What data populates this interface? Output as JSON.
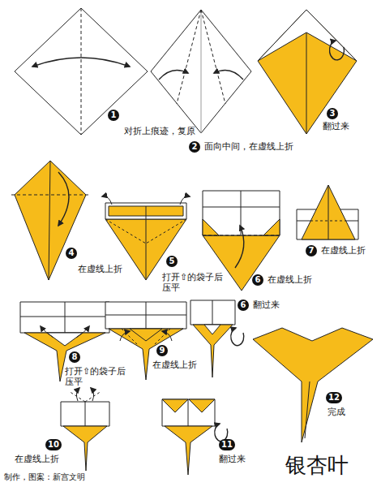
{
  "diagram": {
    "title": "银杏叶",
    "nodes": [
      {
        "text": [
          "1"
        ]
      },
      {
        "text": [
          "2"
        ]
      },
      {
        "text": [
          "3"
        ]
      },
      {
        "text": [
          "4"
        ]
      },
      {
        "text": [
          "5"
        ]
      },
      {
        "text": [
          "6"
        ]
      },
      {
        "text": [
          "7"
        ]
      },
      {
        "text": [
          "8"
        ]
      },
      {
        "text": [
          "9"
        ]
      },
      {
        "text": [
          "6"
        ]
      },
      {
        "text": [
          "10"
        ]
      },
      {
        "text": [
          "11"
        ]
      },
      {
        "text": [
          "12"
        ]
      }
    ],
    "labels": [
      "对折上痕迹，复原",
      "面向中间，在虚线上折",
      "翻过来",
      "在虚线上折",
      "打开⇧的袋子后 压平",
      "在虚线上折",
      "在虚线上折",
      "打开⇧的袋子后 压平",
      "在虚线上折",
      "翻过来",
      "在虚线上折",
      "翻过来",
      "完成",
      "制作，图案：新宫文明"
    ]
  }
}
